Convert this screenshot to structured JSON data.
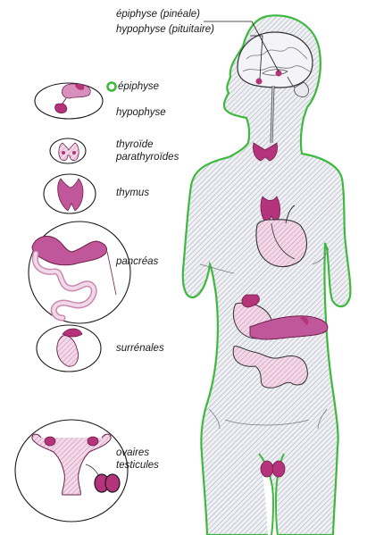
{
  "labels": {
    "pineal": "épiphyse (pinéale)",
    "pituitary": "hypophyse (pituitaire)",
    "epiphyse": "épiphyse",
    "hypophyse": "hypophyse",
    "thyroide": "thyroïde",
    "parathyroides": "parathyroïdes",
    "thymus": "thymus",
    "pancreas": "pancréas",
    "surrenales": "surrénales",
    "ovaires": "ovaires",
    "testicules": "testicules"
  },
  "colors": {
    "body_outline": "#3db93d",
    "hatch": "#a4a4b4",
    "body_fill": "#eceef2",
    "gland": "#b5337a",
    "gland_light": "#d98fbd",
    "organ_pale": "#e6c6dc",
    "outline": "#1a1a1a"
  }
}
